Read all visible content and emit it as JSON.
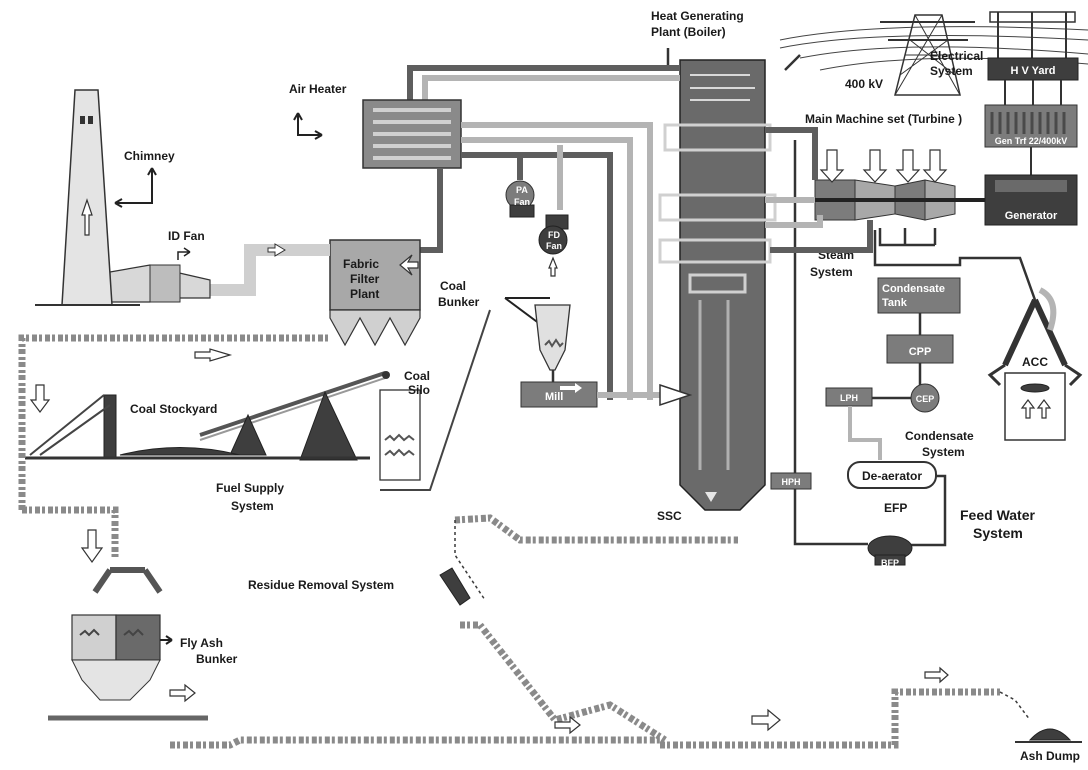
{
  "labels": {
    "heat_plant_line1": "Heat  Generating",
    "heat_plant_line2": "Plant (Boiler)",
    "electrical_line1": "Electrical",
    "electrical_line2": "System",
    "hv_yard": "H V Yard",
    "kv400": "400 kV",
    "main_machine": "Main Machine set (Turbine )",
    "gen_trf": "Gen Trf 22/400kV",
    "generator": "Generator",
    "air_heater": "Air Heater",
    "chimney": "Chimney",
    "id_fan": "ID Fan",
    "pa_fan_line1": "PA",
    "pa_fan_line2": "Fan",
    "fd_fan_line1": "FD",
    "fd_fan_line2": "Fan",
    "fabric_line1": "Fabric",
    "fabric_line2": "Filter",
    "fabric_line3": "Plant",
    "coal_bunker_line1": "Coal",
    "coal_bunker_line2": "Bunker",
    "coal_silo_line1": "Coal",
    "coal_silo_line2": "Silo",
    "coal_stockyard": "Coal Stockyard",
    "fuel_supply_line1": "Fuel Supply",
    "fuel_supply_line2": "System",
    "mill": "Mill",
    "steam_line1": "Steam",
    "steam_line2": "System",
    "condensate_tank_line1": "Condensate",
    "condensate_tank_line2": "Tank",
    "cpp": "CPP",
    "cep": "CEP",
    "lph": "LPH",
    "condensate_sys_line1": "Condensate",
    "condensate_sys_line2": "System",
    "acc": "ACC",
    "hph": "HPH",
    "deaerator": "De-aerator",
    "efp": "EFP",
    "bfp": "BFP",
    "feed_water_line1": "Feed Water",
    "feed_water_line2": "System",
    "ssc": "SSC",
    "residue": "Residue Removal System",
    "fly_ash_line1": "Fly Ash",
    "fly_ash_line2": "Bunker",
    "ash_dump": "Ash Dump"
  },
  "colors": {
    "pipe_dark": "#5e5e5e",
    "pipe_light": "#b4b4b4",
    "equipment_dark": "#3e3e3e",
    "equipment_mid": "#7c7c7c"
  },
  "icons": [
    "chimney-icon",
    "transmission-tower-icon",
    "fan-icon",
    "pump-icon",
    "arrow-icon"
  ]
}
